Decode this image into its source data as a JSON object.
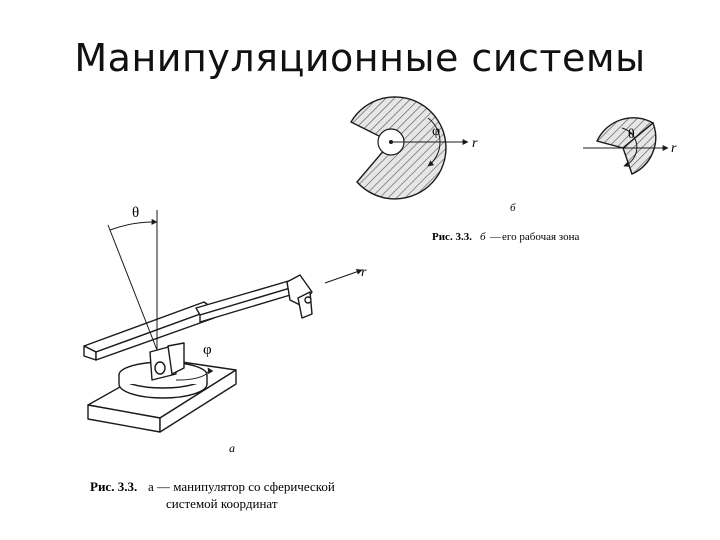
{
  "slide": {
    "title": "Манипуляционные системы"
  },
  "figure_b": {
    "zone_label_phi": "φ",
    "zone_label_r": "r",
    "zone_label_theta": "θ",
    "zone_label_r2": "r",
    "panel_letter": "б",
    "caption_bold": "Рис. 3.3.",
    "caption_letter": "б",
    "caption_dash": "—",
    "caption_text": "его рабочая зона"
  },
  "figure_a": {
    "label_theta": "θ",
    "label_r": "r",
    "label_phi": "φ",
    "panel_letter": "а",
    "caption_bold": "Рис. 3.3.",
    "caption_line1": "а — манипулятор со сферической",
    "caption_line2": "системой координат"
  },
  "colors": {
    "ink": "#1a1a1a",
    "paper": "#ffffff",
    "hatch_fill": "#d9d9d9"
  }
}
